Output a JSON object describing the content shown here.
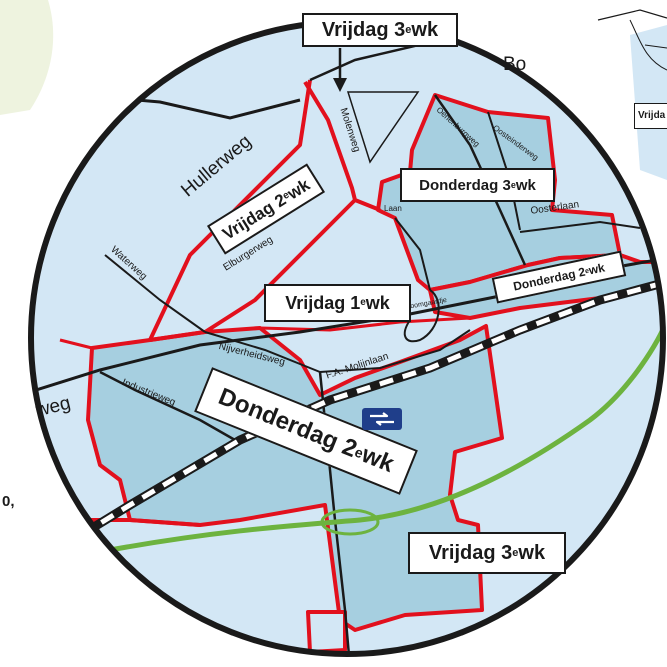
{
  "colors": {
    "water": "#d3e7f5",
    "zone_fill": "#a6cfe0",
    "zone_border": "#e2101d",
    "road": "#1a1a1a",
    "highway": "#6db33f",
    "land_top_left": "#eef3df",
    "station_bg": "#1f3e8a"
  },
  "collection_labels": {
    "vrijdag_3e_top": {
      "day": "Vrijdag 3",
      "sup": "e",
      "wk": " wk"
    },
    "donderdag_3e": {
      "day": "Donderdag 3",
      "sup": "e",
      "wk": " wk"
    },
    "vrijdag_2e": {
      "day": "Vrijdag 2",
      "sup": "e",
      "wk": " wk"
    },
    "donderdag_2e_right": {
      "day": "Donderdag 2",
      "sup": "e",
      "wk": " wk"
    },
    "vrijdag_1e": {
      "day": "Vrijdag 1",
      "sup": "e",
      "wk": " wk"
    },
    "donderdag_2e_center": {
      "day": "Donderdag 2",
      "sup": "e",
      "wk": " wk"
    },
    "vrijdag_3e_bottom": {
      "day": "Vrijdag 3",
      "sup": "e",
      "wk": "wk"
    }
  },
  "streets": {
    "hullerweg": "Hullerweg",
    "elburgerweg": "Elburgerweg",
    "waterweg": "Waterweg",
    "molenweg": "Molenweg",
    "oenenburgweg": "Oenenburgweg",
    "oosteinderweg": "Oosteinderweg",
    "oosterlaan": "Oosterlaan",
    "laan": "Laan",
    "nijverheidsweg": "Nijverheidsweg",
    "fa_molijnlaan": "F.A. Molijnlaan",
    "industrieweg": "Industrieweg",
    "boomgaardjes": "boomgaardje",
    "weg_left": "weg",
    "bo_partial": "Bo"
  },
  "edge_text": {
    "left_comma": "0,",
    "right_box": "Vrijda"
  },
  "icons": {
    "station": "train-station-icon",
    "arrow": "arrow-down-icon"
  }
}
